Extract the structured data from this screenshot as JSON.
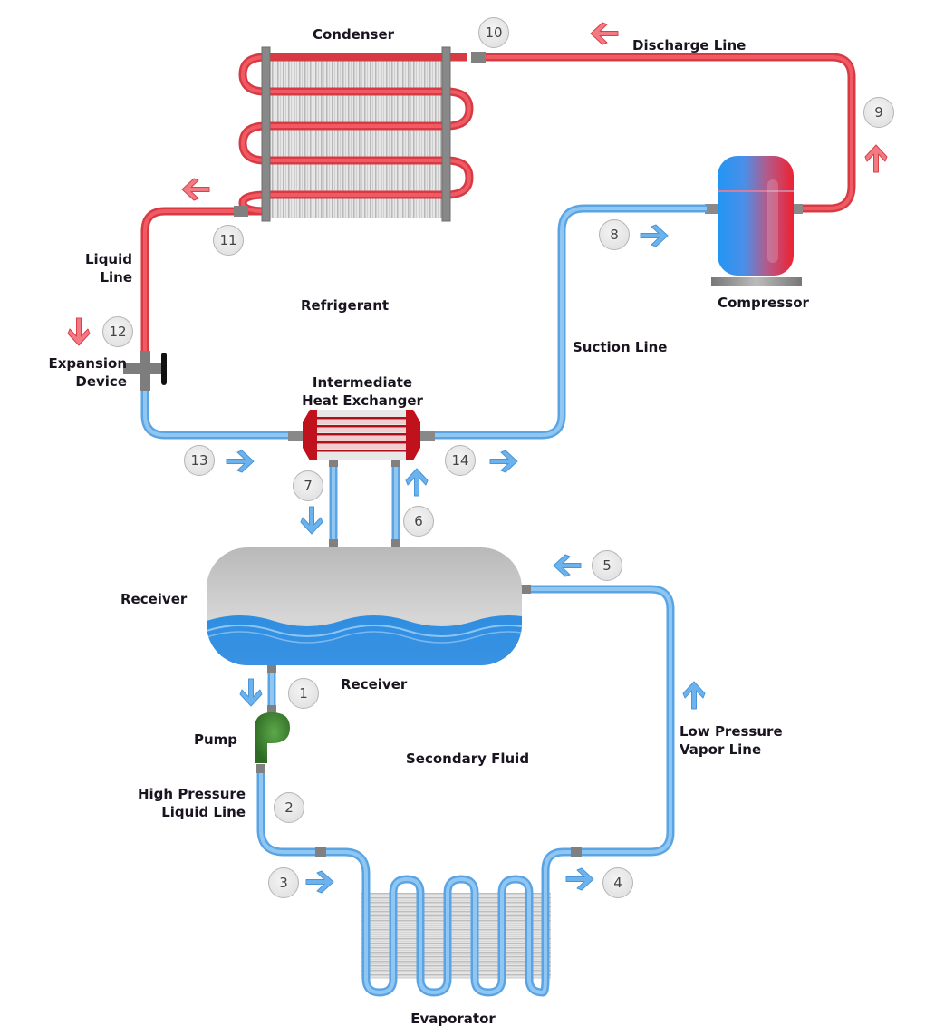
{
  "diagram": {
    "title": "Secondary refrigeration system with receiver and intermediate heat exchanger",
    "colors": {
      "refrigerant_hot": "#e8434f",
      "refrigerant_hot_light": "#f27a82",
      "secondary_cold": "#6cb3ee",
      "secondary_cold_light": "#a8d4f7",
      "fitting": "#808080",
      "pump": "#3e7a2e",
      "receiver_liquid": "#3a8fe0",
      "receiver_shell": "#c9c9c9",
      "label_text": "#1a1420",
      "badge_fill": "#e6e6e6",
      "badge_text": "#444444"
    },
    "labels": {
      "condenser": "Condenser",
      "discharge_line": "Discharge Line",
      "compressor": "Compressor",
      "liquid_line": "Liquid\nLine",
      "refrigerant": "Refrigerant",
      "suction_line": "Suction Line",
      "expansion_device": "Expansion\nDevice",
      "intermediate_hx": "Intermediate\nHeat Exchanger",
      "receiver_left": "Receiver",
      "receiver_below": "Receiver",
      "pump": "Pump",
      "secondary_fluid": "Secondary Fluid",
      "high_pressure_liquid_line": "High Pressure\nLiquid Line",
      "low_pressure_vapor_line": "Low Pressure\nVapor Line",
      "evaporator": "Evaporator"
    },
    "points": [
      {
        "id": "1",
        "number": "1"
      },
      {
        "id": "2",
        "number": "2"
      },
      {
        "id": "3",
        "number": "3"
      },
      {
        "id": "4",
        "number": "4"
      },
      {
        "id": "5",
        "number": "5"
      },
      {
        "id": "6",
        "number": "6"
      },
      {
        "id": "7",
        "number": "7"
      },
      {
        "id": "8",
        "number": "8"
      },
      {
        "id": "9",
        "number": "9"
      },
      {
        "id": "10",
        "number": "10"
      },
      {
        "id": "11",
        "number": "11"
      },
      {
        "id": "12",
        "number": "12"
      },
      {
        "id": "13",
        "number": "13"
      },
      {
        "id": "14",
        "number": "14"
      }
    ],
    "flow_arrows": [
      {
        "name": "arrow-discharge",
        "direction": "left",
        "loop": "refrigerant"
      },
      {
        "name": "arrow-compressor-out",
        "direction": "up",
        "loop": "refrigerant"
      },
      {
        "name": "arrow-condenser-out",
        "direction": "left",
        "loop": "refrigerant"
      },
      {
        "name": "arrow-expansion",
        "direction": "down",
        "loop": "refrigerant"
      },
      {
        "name": "arrow-suction",
        "direction": "right",
        "loop": "secondary"
      },
      {
        "name": "arrow-hx-in",
        "direction": "right",
        "loop": "secondary"
      },
      {
        "name": "arrow-hx-out",
        "direction": "right",
        "loop": "secondary"
      },
      {
        "name": "arrow-7",
        "direction": "down",
        "loop": "secondary"
      },
      {
        "name": "arrow-6",
        "direction": "up",
        "loop": "secondary"
      },
      {
        "name": "arrow-5",
        "direction": "left",
        "loop": "secondary"
      },
      {
        "name": "arrow-receiver-out",
        "direction": "down",
        "loop": "secondary"
      },
      {
        "name": "arrow-3",
        "direction": "right",
        "loop": "secondary"
      },
      {
        "name": "arrow-4",
        "direction": "right",
        "loop": "secondary"
      },
      {
        "name": "arrow-vapor-line",
        "direction": "up",
        "loop": "secondary"
      }
    ]
  }
}
